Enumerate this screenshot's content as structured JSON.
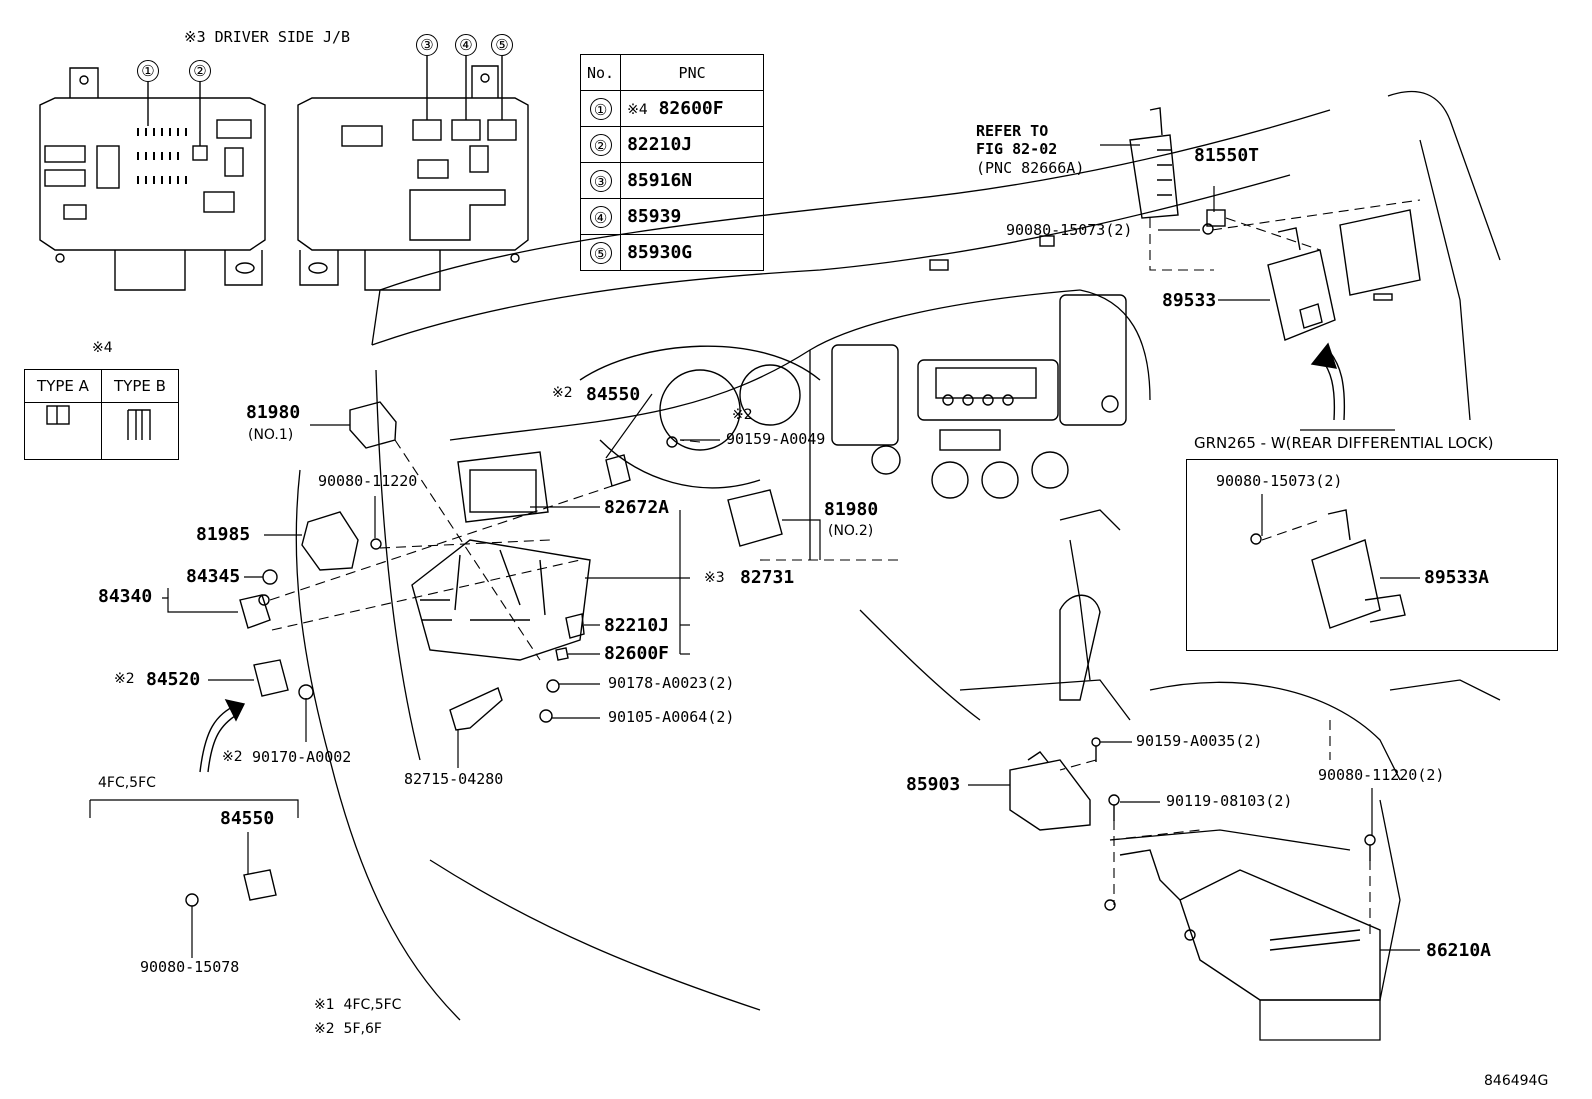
{
  "diagram_id": "846494G",
  "jb_title": "※3 DRIVER SIDE J/B",
  "jb_callouts": [
    "①",
    "②",
    "③",
    "④",
    "⑤"
  ],
  "pnc_table": {
    "headers": [
      "No.",
      "PNC"
    ],
    "rows": [
      {
        "no": "①",
        "prefix": "※4",
        "pnc": "82600F"
      },
      {
        "no": "②",
        "prefix": "",
        "pnc": "82210J"
      },
      {
        "no": "③",
        "prefix": "",
        "pnc": "85916N"
      },
      {
        "no": "④",
        "prefix": "",
        "pnc": "85939"
      },
      {
        "no": "⑤",
        "prefix": "",
        "pnc": "85930G"
      }
    ]
  },
  "type_table": {
    "note": "※4",
    "col_a": "TYPE A",
    "col_b": "TYPE B"
  },
  "refer": {
    "line1": "REFER TO",
    "line2": "FIG 82-02",
    "line3": "(PNC 82666A)"
  },
  "labels": {
    "p81550T": "81550T",
    "p90080_15073_a": "90080-15073(2)",
    "p89533": "89533",
    "p84550_top": "84550",
    "p84550_prefix": "※2",
    "p90159_A0049_note": "※2",
    "p90159_A0049": "90159-A0049",
    "p81980_1": "81980",
    "p81980_1_sub": "(NO.1)",
    "p90080_11220": "90080-11220",
    "p82672A": "82672A",
    "p81980_2": "81980",
    "p81980_2_sub": "(NO.2)",
    "p81985": "81985",
    "p84345": "84345",
    "p84340": "84340",
    "p82731": "82731",
    "p82731_prefix": "※3",
    "p82210J": "82210J",
    "p82600F": "82600F",
    "p84520": "84520",
    "p84520_prefix": "※2",
    "p90178": "90178-A0023(2)",
    "p90105": "90105-A0064(2)",
    "p90170": "90170-A0002",
    "p90170_prefix": "※2",
    "p82715": "82715-04280",
    "fc_label": "4FC,5FC",
    "p84550_bottom": "84550",
    "p90080_15078": "90080-15078",
    "p85903": "85903",
    "p90159_A0035": "90159-A0035(2)",
    "p90119": "90119-08103(2)",
    "p90080_11220_2": "90080-11220(2)",
    "p86210A": "86210A"
  },
  "grn_box": {
    "title": "GRN265 - W(REAR DIFFERENTIAL LOCK)",
    "bolt": "90080-15073(2)",
    "part": "89533A"
  },
  "notes": [
    "※1  4FC,5FC",
    "※2  5F,6F"
  ]
}
